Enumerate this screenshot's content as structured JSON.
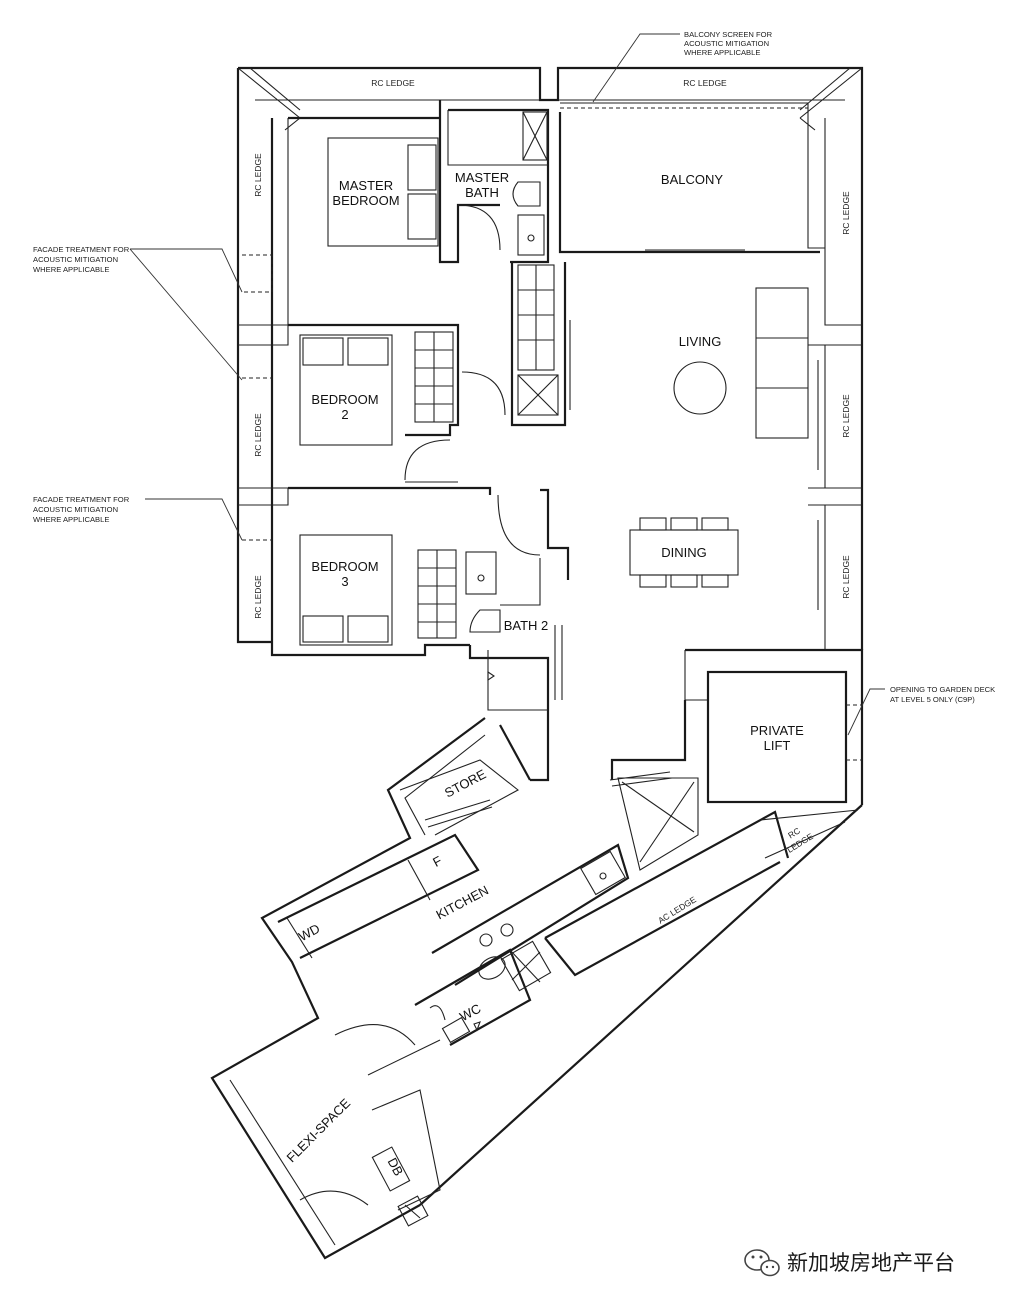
{
  "rooms": {
    "master_bedroom": [
      "MASTER",
      "BEDROOM"
    ],
    "master_bath": [
      "MASTER",
      "BATH"
    ],
    "balcony": "BALCONY",
    "living": "LIVING",
    "bedroom2": [
      "BEDROOM",
      "2"
    ],
    "bedroom3": [
      "BEDROOM",
      "3"
    ],
    "dining": "DINING",
    "bath2": "BATH 2",
    "private_lift": [
      "PRIVATE",
      "LIFT"
    ],
    "store": "STORE",
    "fridge": "F",
    "kitchen": "KITCHEN",
    "wd": "WD",
    "wc": "WC",
    "flexi": "FLEXI-SPACE",
    "db": "DB"
  },
  "ledges": {
    "rc_ledge": "RC LEDGE",
    "ac_ledge": "AC LEDGE",
    "rc_ledge_split": [
      "RC",
      "LEDGE"
    ]
  },
  "notes": {
    "balcony_screen": [
      "BALCONY SCREEN FOR",
      "ACOUSTIC MITIGATION",
      "WHERE APPLICABLE"
    ],
    "facade1": [
      "FACADE TREATMENT FOR",
      "ACOUSTIC MITIGATION",
      "WHERE APPLICABLE"
    ],
    "facade2": [
      "FACADE TREATMENT FOR",
      "ACOUSTIC MITIGATION",
      "WHERE APPLICABLE"
    ],
    "garden_deck": [
      "OPENING TO GARDEN DECK",
      "AT LEVEL 5 ONLY (C9P)"
    ]
  },
  "watermark": "新加坡房地产平台",
  "icons": {
    "watermark": "wechat-logo-icon"
  }
}
